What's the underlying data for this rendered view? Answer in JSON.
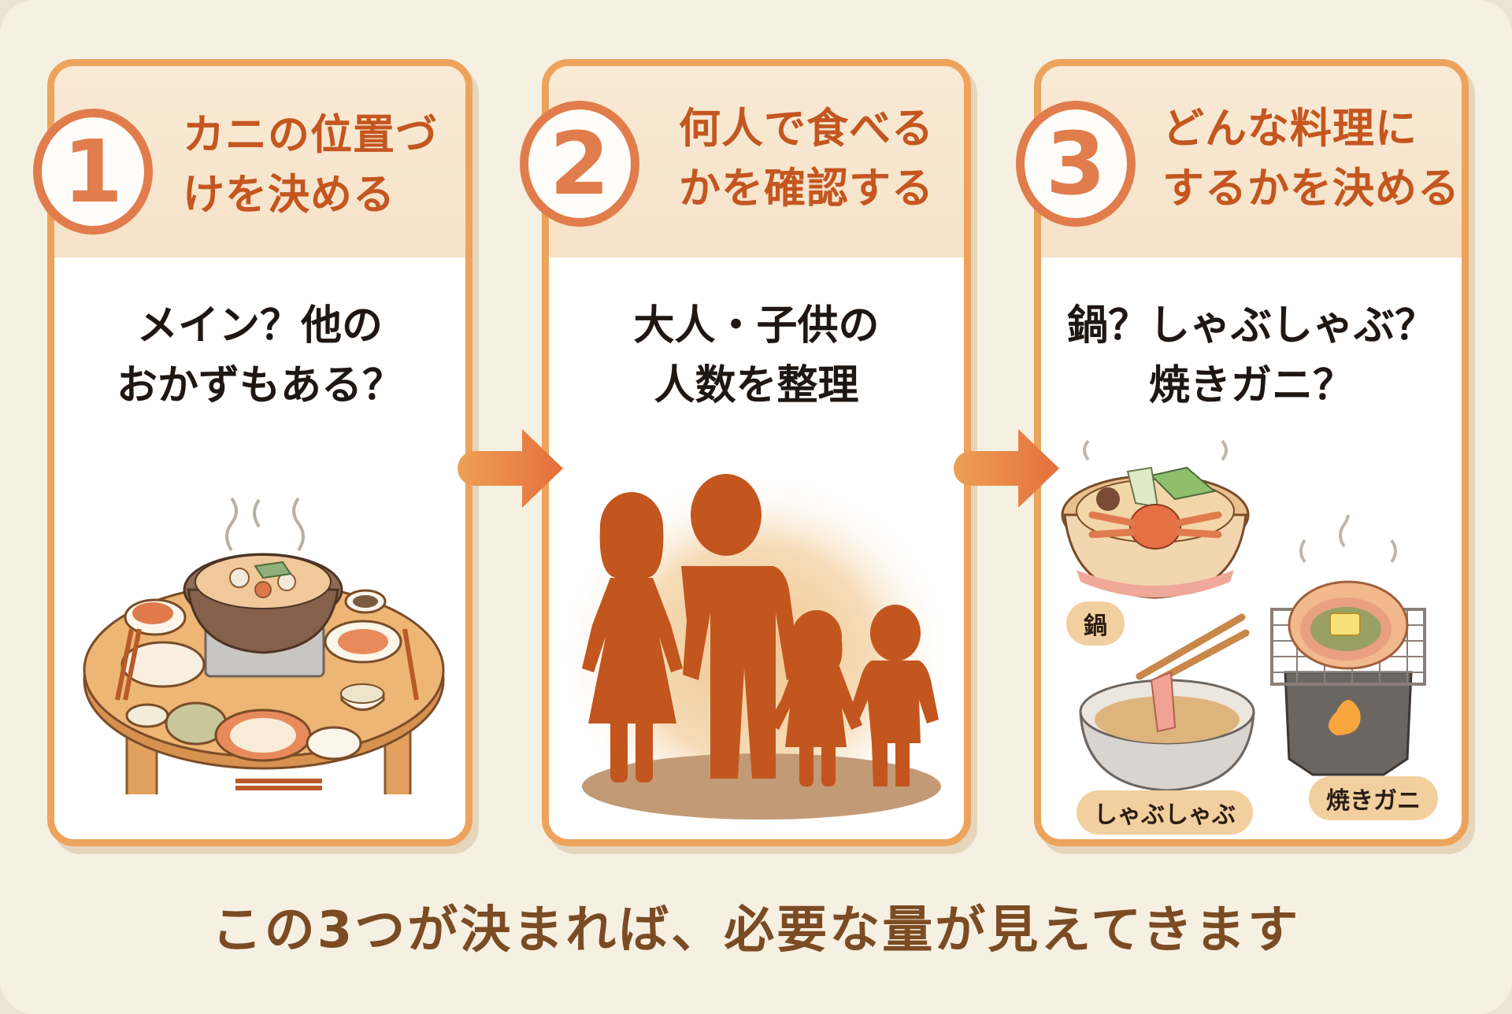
{
  "steps": [
    {
      "number": "1",
      "title_line1": "カニの位置づ",
      "title_line2": "けを決める",
      "question_line1": "メイン？他の",
      "question_line2": "おかずもある？",
      "illustration": "nabe-table-icon"
    },
    {
      "number": "2",
      "title_line1": "何人で食べる",
      "title_line2": "かを確認する",
      "question_line1": "大人・子供の",
      "question_line2": "人数を整理",
      "illustration": "family-silhouette-icon"
    },
    {
      "number": "3",
      "title_line1": "どんな料理に",
      "title_line2": "するかを決める",
      "question_line1": "鍋？しゃぶしゃぶ？",
      "question_line2": "焼きガニ？",
      "illustration": "crab-dishes-icon",
      "dishes": [
        {
          "label": "鍋",
          "icon": "crab-hotpot-icon"
        },
        {
          "label": "しゃぶしゃぶ",
          "icon": "shabu-shabu-icon"
        },
        {
          "label": "焼きガニ",
          "icon": "grilled-crab-icon"
        }
      ]
    }
  ],
  "arrows": [
    "arrow-right-icon",
    "arrow-right-icon"
  ],
  "footer": "この3つが決まれば、必要な量が見えてきます",
  "colors": {
    "background": "#f6f0e2",
    "card_border": "#eda35c",
    "card_header": "#f8e6cf",
    "number_ring": "#e17d4c",
    "header_text": "#c4561f",
    "body_text": "#1f1713",
    "footer_text": "#7b4b23",
    "arrow": "#e8773f",
    "silhouette": "#c0561f"
  }
}
